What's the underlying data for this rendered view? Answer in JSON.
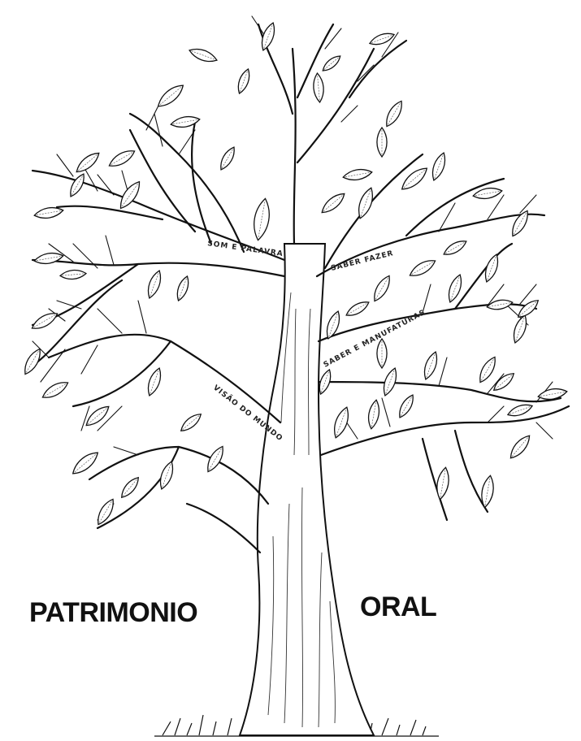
{
  "illustration": {
    "title_left": "PATRIMONIO",
    "title_right": "ORAL",
    "branch_labels": {
      "som_palavra": "SOM E PALAVRA",
      "visao_mundo": "VISÃO DO MUNDO",
      "saber_fazer": "SABER FAZER",
      "saber_manufaturar": "SABER E MANUFATURAS"
    },
    "ink_color": "#111111",
    "paper_color": "#ffffff"
  }
}
